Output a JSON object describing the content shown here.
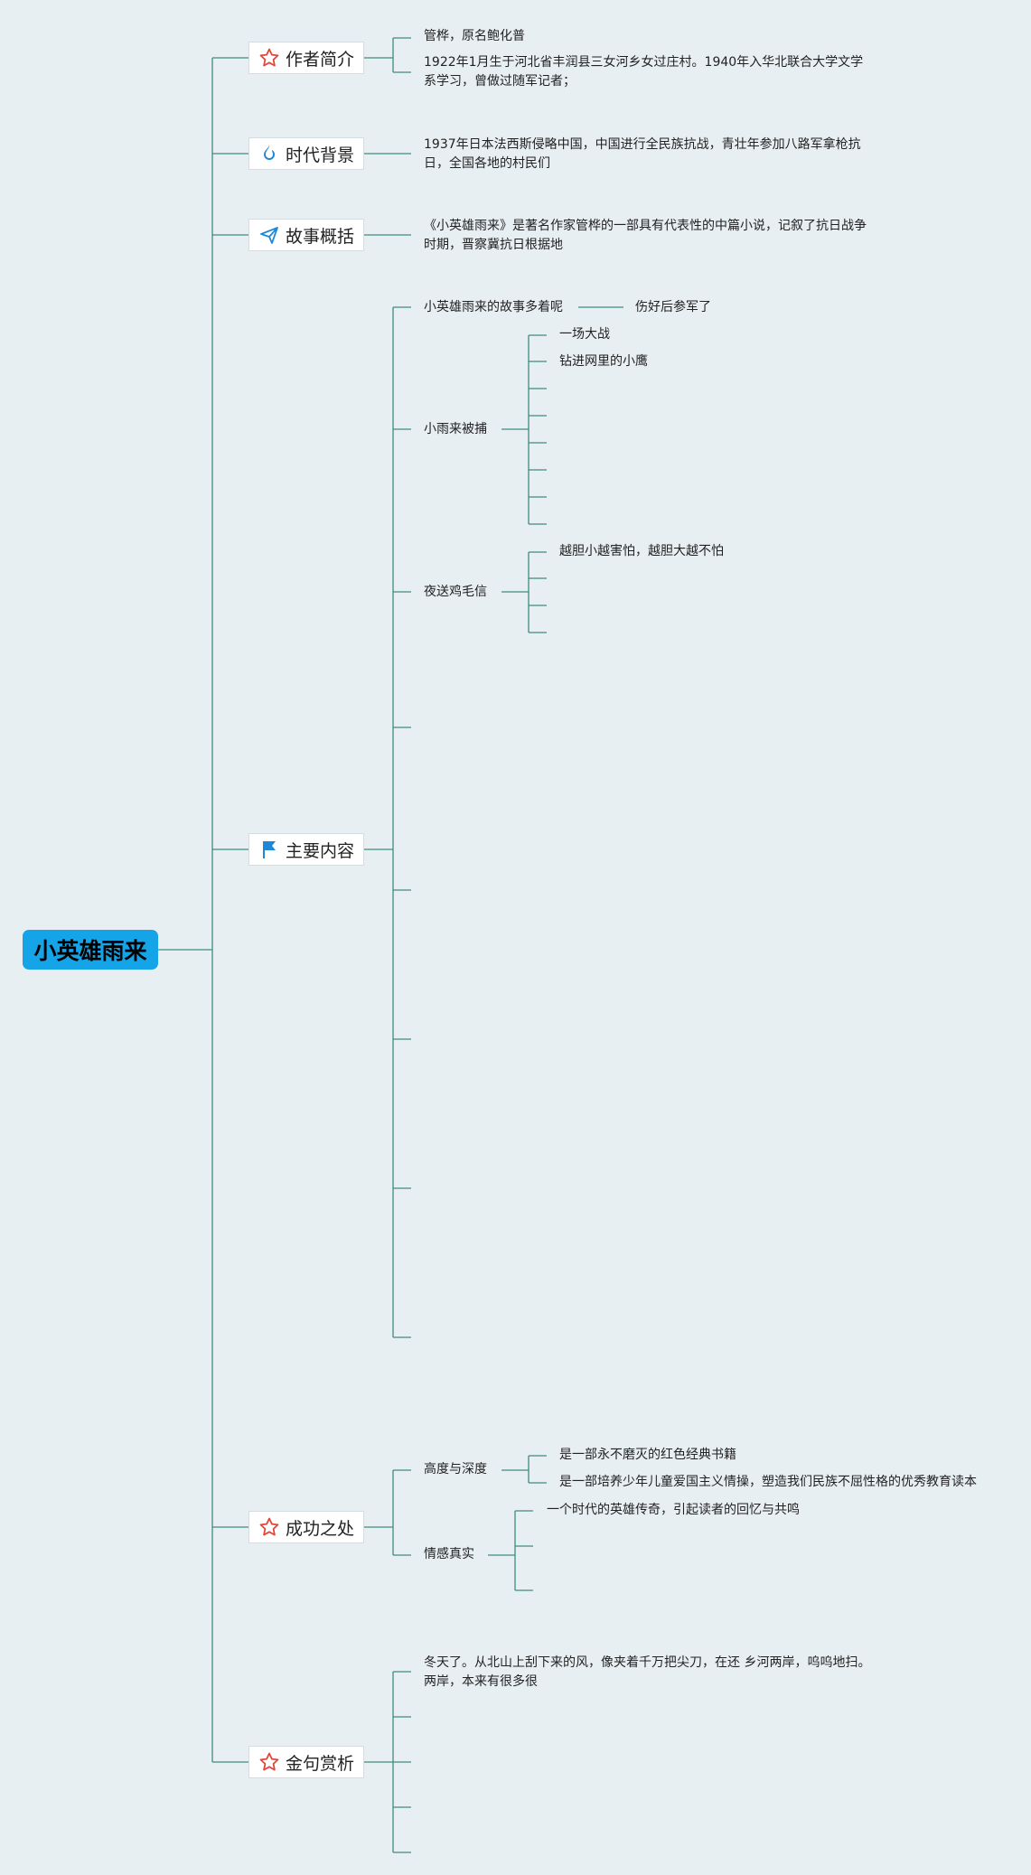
{
  "root": {
    "title": "小英雄雨来",
    "color": "#16a4e8"
  },
  "line_color": "#3f8c7e",
  "branches": {
    "author": {
      "label": "作者简介",
      "icon": "star-icon",
      "items": [
        "管桦，原名鲍化普",
        "1922年1月生于河北省丰润县三女河乡女过庄村。1940年入华北联合大学文学系学习，曾做过随军记者；"
      ]
    },
    "background": {
      "label": "时代背景",
      "icon": "flame-icon",
      "items": [
        "1937年日本法西斯侵略中国，中国进行全民族抗战，青壮年参加八路军拿枪抗日，全国各地的村民们"
      ]
    },
    "summary": {
      "label": "故事概括",
      "icon": "paper-plane-icon",
      "items": [
        "《小英雄雨来》是著名作家管桦的一部具有代表性的中篇小说，记叙了抗日战争时期，晋察冀抗日根据地"
      ]
    },
    "content": {
      "label": "主要内容",
      "icon": "flag-icon",
      "story": {
        "label": "小英雄雨来的故事多着呢",
        "child": "伤好后参军了"
      },
      "captured": {
        "label": "小雨来被捕",
        "children": [
          "一场大战",
          "钻进网里的小鹰"
        ]
      },
      "letter": {
        "label": "夜送鸡毛信",
        "children": [
          "越胆小越害怕，越胆大越不怕"
        ]
      }
    },
    "success": {
      "label": "成功之处",
      "icon": "star-icon",
      "depth": {
        "label": "高度与深度",
        "children": [
          "是一部永不磨灭的红色经典书籍",
          "是一部培养少年儿童爱国主义情操，塑造我们民族不屈性格的优秀教育读本"
        ]
      },
      "emotion": {
        "label": "情感真实",
        "children": [
          "一个时代的英雄传奇，引起读者的回忆与共鸣"
        ]
      }
    },
    "quotes": {
      "label": "金句赏析",
      "icon": "star-icon",
      "items": [
        "冬天了。从北山上刮下来的风，像夹着千万把尖刀，在还 乡河两岸，呜呜地扫。两岸，本来有很多很"
      ]
    }
  }
}
